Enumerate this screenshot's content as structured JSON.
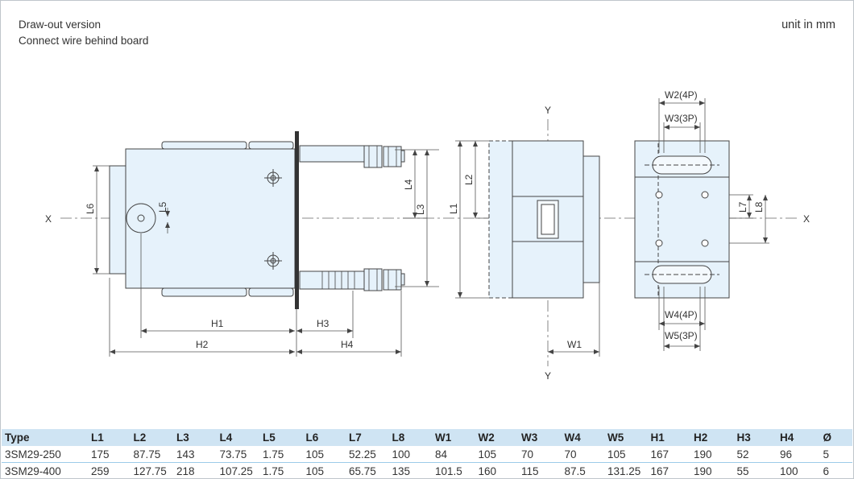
{
  "header": {
    "note_line1": "Draw-out version",
    "note_line2": "Connect wire behind board",
    "unit": "unit in mm"
  },
  "labels": {
    "x_axis": "X",
    "y_axis": "Y",
    "L1": "L1",
    "L2": "L2",
    "L3": "L3",
    "L4": "L4",
    "L5": "L5",
    "L6": "L6",
    "L7": "L7",
    "L8": "L8",
    "H1": "H1",
    "H2": "H2",
    "H3": "H3",
    "H4": "H4",
    "W1": "W1",
    "W2": "W2(4P)",
    "W3": "W3(3P)",
    "W4": "W4(4P)",
    "W5": "W5(3P)"
  },
  "colors": {
    "body_fill": "#e6f2fb",
    "line": "#444444",
    "header_bg": "#cfe4f3",
    "row_rule": "#9ccbe9"
  },
  "table": {
    "headers": [
      "Type",
      "L1",
      "L2",
      "L3",
      "L4",
      "L5",
      "L6",
      "L7",
      "L8",
      "W1",
      "W2",
      "W3",
      "W4",
      "W5",
      "H1",
      "H2",
      "H3",
      "H4",
      "Ø"
    ],
    "rows": [
      [
        "3SM29-250",
        "175",
        "87.75",
        "143",
        "73.75",
        "1.75",
        "105",
        "52.25",
        "100",
        "84",
        "105",
        "70",
        "70",
        "105",
        "167",
        "190",
        "52",
        "96",
        "5"
      ],
      [
        "3SM29-400",
        "259",
        "127.75",
        "218",
        "107.25",
        "1.75",
        "105",
        "65.75",
        "135",
        "101.5",
        "160",
        "115",
        "87.5",
        "131.25",
        "167",
        "190",
        "55",
        "100",
        "6"
      ]
    ]
  }
}
